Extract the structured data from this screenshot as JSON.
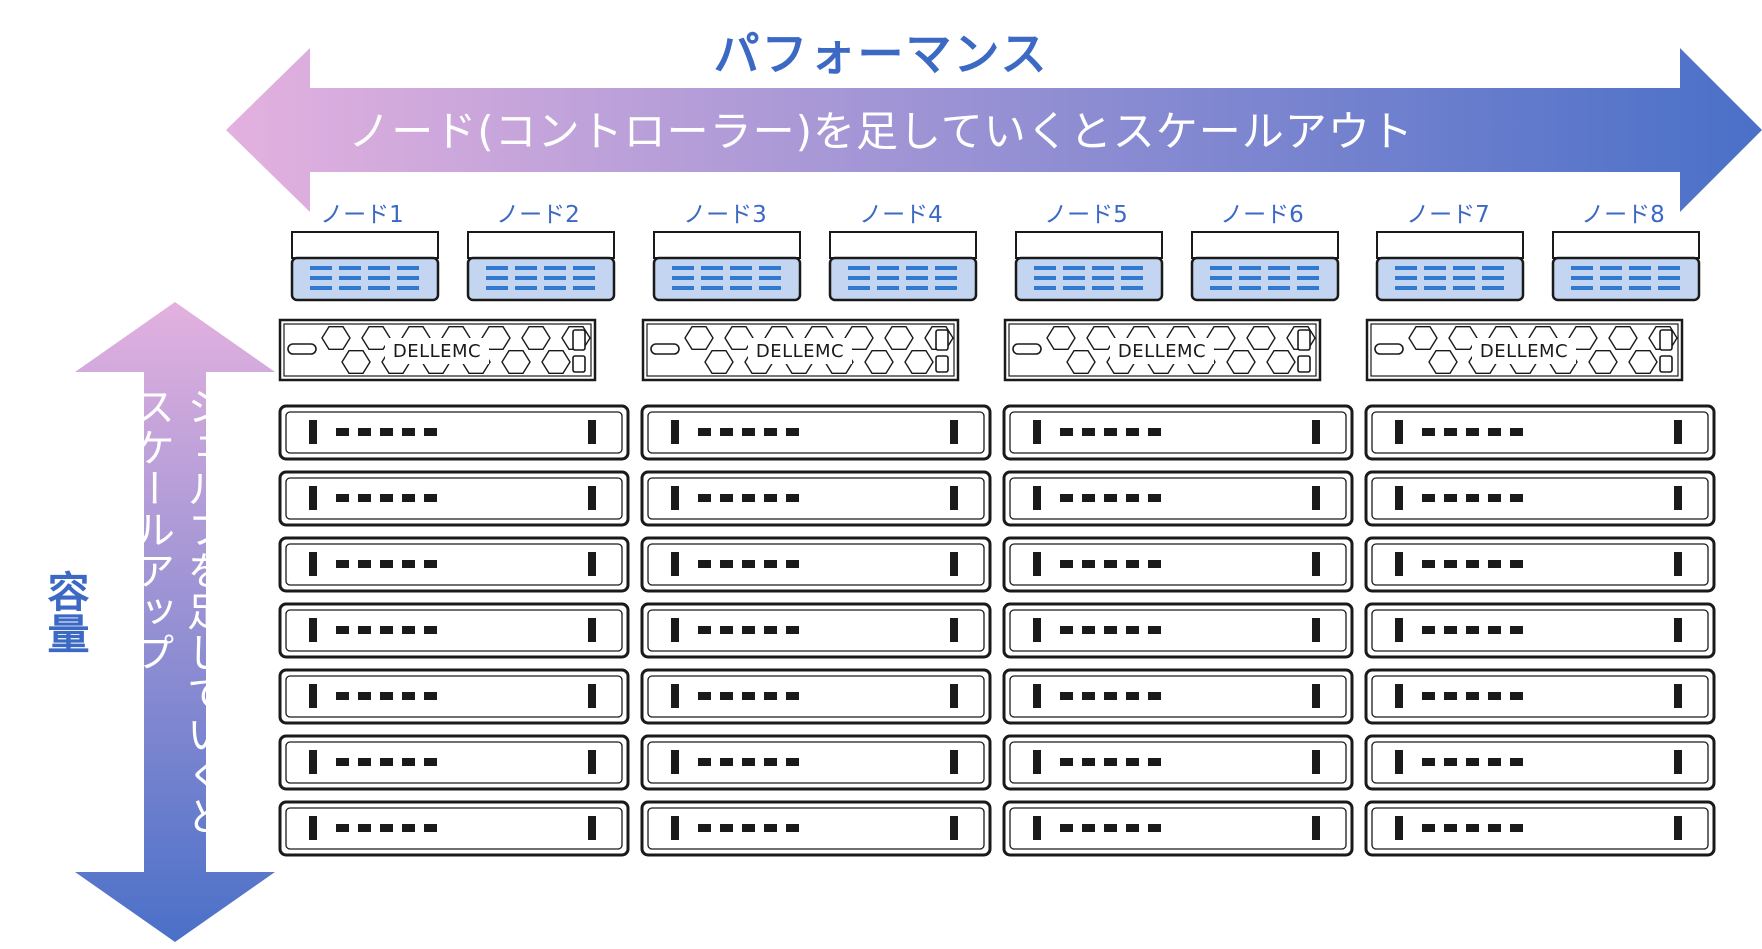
{
  "horizontal_axis": {
    "title": "パフォーマンス",
    "arrow_label": "ノード(コントローラー)を足していくとスケールアウト"
  },
  "vertical_axis": {
    "title": "容量",
    "arrow_label_lines": [
      "シェルフを足していくと",
      "スケールアップ"
    ]
  },
  "nodes": [
    "ノード1",
    "ノード2",
    "ノード3",
    "ノード4",
    "ノード5",
    "ノード6",
    "ノード7",
    "ノード8"
  ],
  "controller_brand": "DELLEMC",
  "controller_count": 4,
  "shelves_per_column": 7,
  "colors": {
    "title_blue": "#3b69c4",
    "gradient_start": "#e3b1df",
    "gradient_end": "#4a70c8",
    "node_fill": "#c3d5f0",
    "node_line": "#2f7ad0",
    "outline": "#1a1a1a"
  }
}
